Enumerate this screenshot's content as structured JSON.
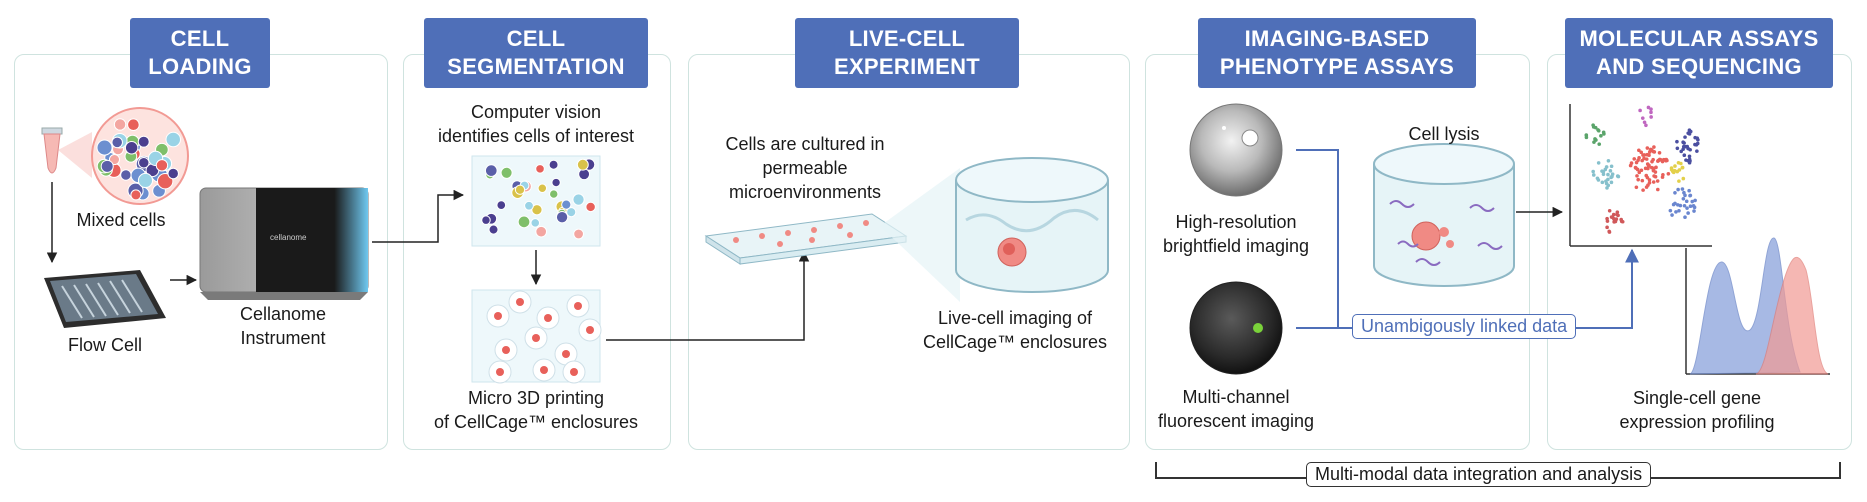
{
  "sections": [
    {
      "title": "CELL\nLOADING"
    },
    {
      "title": "CELL\nSEGMENTATION"
    },
    {
      "title": "LIVE-CELL\nEXPERIMENT"
    },
    {
      "title": "IMAGING-BASED\nPHENOTYPE ASSAYS"
    },
    {
      "title": "MOLECULAR ASSAYS\nAND SEQUENCING"
    }
  ],
  "labels": {
    "mixed_cells": "Mixed cells",
    "flow_cell": "Flow Cell",
    "instrument": "Cellanome\nInstrument",
    "instrument_brand": "cellanome",
    "computer_vision": "Computer vision\nidentifies cells of interest",
    "micro_3d": "Micro 3D printing\nof CellCage™ enclosures",
    "cultured": "Cells are cultured in\npermeable\nmicroenvironments",
    "live_imaging": "Live-cell imaging of\nCellCage™ enclosures",
    "brightfield": "High-resolution\nbrightfield imaging",
    "fluorescent": "Multi-channel\nfluorescent imaging",
    "cell_lysis": "Cell lysis",
    "gene_expression": "Single-cell gene\nexpression profiling",
    "linked_data": "Unambigously linked data",
    "multimodal": "Multi-modal data integration and analysis"
  },
  "colors": {
    "title_bg": "#4f6fb8",
    "panel_border": "#cfe3df",
    "link_blue": "#4f6fb8",
    "cell_pink": "#e8605a"
  }
}
